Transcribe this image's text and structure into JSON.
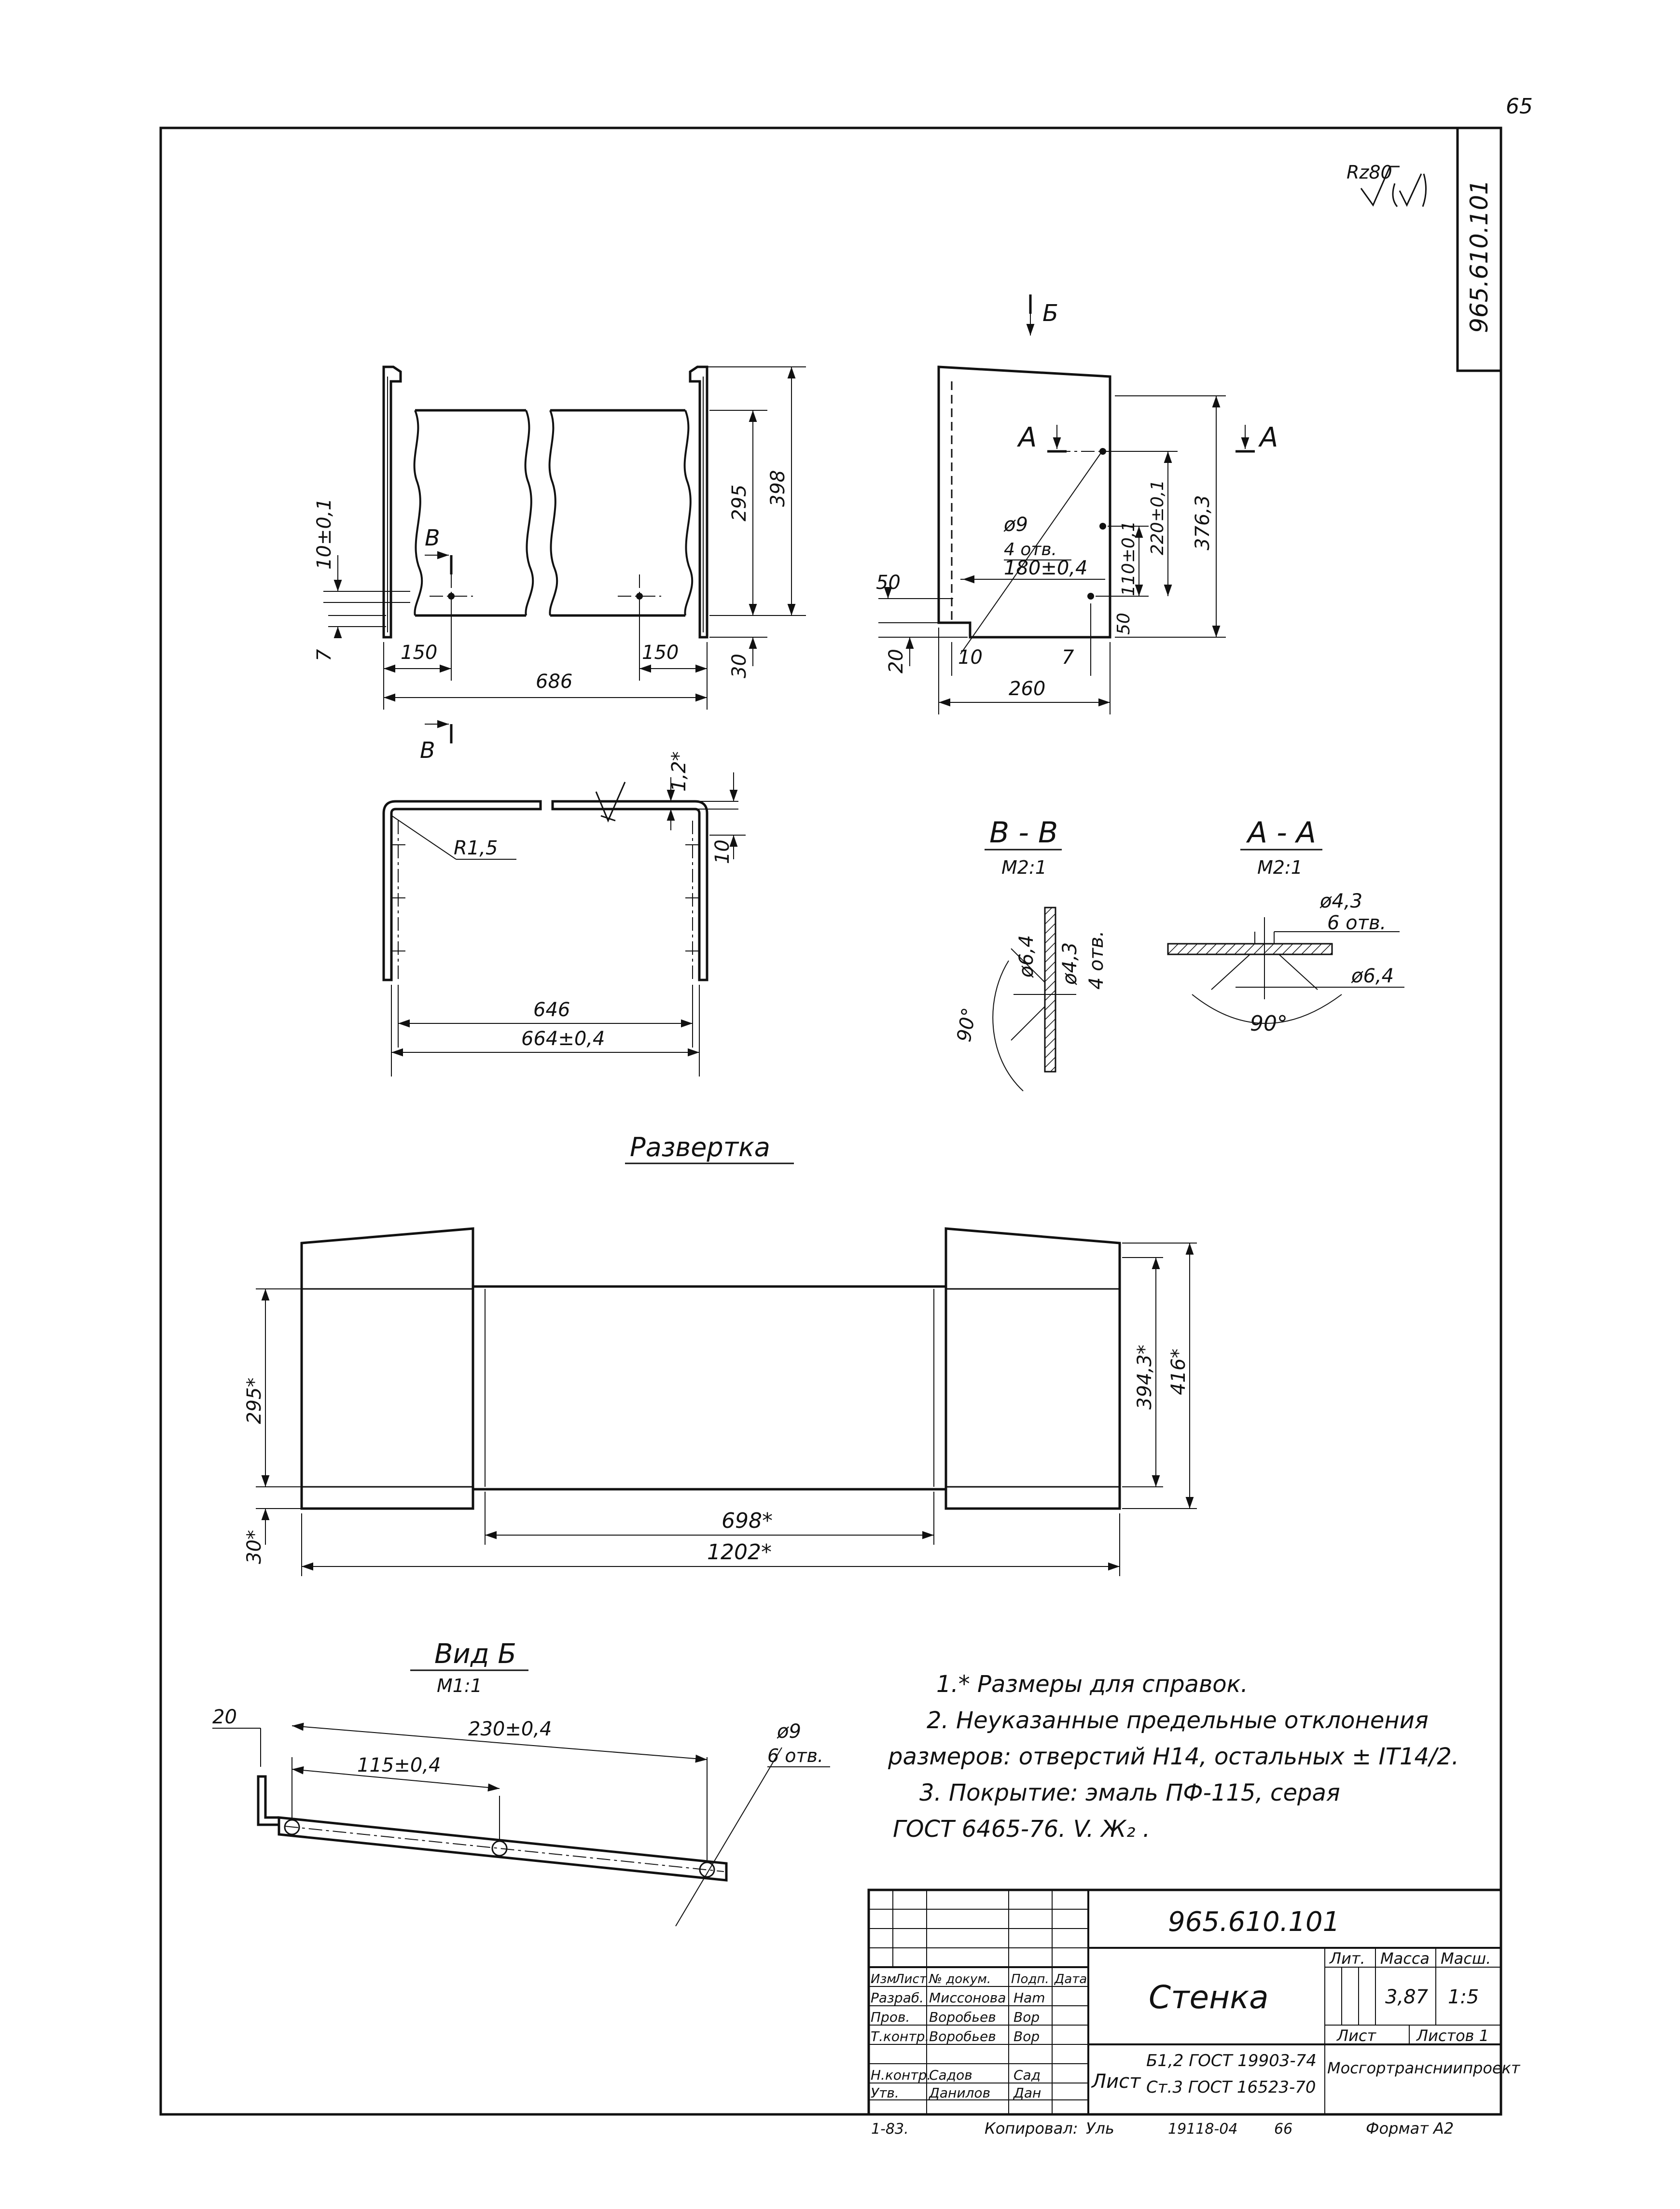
{
  "page_number": "65",
  "roughness": {
    "value": "Rz80"
  },
  "corner_stamp": "965.610.101",
  "views": {
    "front": {
      "dims": {
        "tol_10": "10±0,1",
        "d7": "7",
        "d150_left": "150",
        "d150_right": "150",
        "d686": "686",
        "d295": "295",
        "d398": "398",
        "d30": "30"
      },
      "section_mark_top": "В",
      "section_mark_bottom": "В"
    },
    "side": {
      "view_arrow": "Б",
      "section_a_left": "А",
      "section_a_right": "А",
      "dims": {
        "hole": "ø9",
        "hole_count": "4 отв.",
        "d180": "180±0,4",
        "d50_left": "50",
        "d20": "20",
        "d10": "10",
        "d7": "7",
        "d50_right": "50",
        "d110": "110±0,1",
        "d220": "220±0,1",
        "d376": "376,3",
        "d260": "260"
      }
    },
    "top": {
      "dims": {
        "radius": "R1,5",
        "thickness": "1,2*",
        "d10": "10",
        "d646": "646",
        "d664": "664±0,4"
      }
    },
    "section_vv": {
      "title": "В - В",
      "scale": "М2:1",
      "d_cs": "ø6,4",
      "d_hole": "ø4,3",
      "count": "4 отв.",
      "angle": "90°"
    },
    "section_aa": {
      "title": "А - А",
      "scale": "М2:1",
      "d_hole": "ø4,3",
      "count": "6 отв.",
      "d_cs": "ø6,4",
      "angle": "90°"
    },
    "flat": {
      "title": "Развертка",
      "dims": {
        "d295": "295*",
        "d30": "30*",
        "d394": "394,3*",
        "d416": "416*",
        "d698": "698*",
        "d1202": "1202*"
      }
    },
    "view_b": {
      "title": "Вид Б",
      "scale": "М1:1",
      "dims": {
        "d20": "20",
        "d230": "230±0,4",
        "d115": "115±0,4",
        "hole": "ø9",
        "count": "6 отв."
      }
    }
  },
  "notes": [
    "1.* Размеры для справок.",
    "2. Неуказанные предельные отклонения",
    "размеров: отверстий Н14, остальных ± IT14/2.",
    "3. Покрытие: эмаль ПФ-115, серая",
    "ГОСТ 6465-76. V. Ж₂ ."
  ],
  "title_block": {
    "designation": "965.610.101",
    "part_name": "Стенка",
    "headers": {
      "izm": "Изм",
      "list": "Лист",
      "doc": "№ докум.",
      "sign": "Подп.",
      "date": "Дата",
      "lit": "Лит.",
      "mass": "Масса",
      "scale": "Масш."
    },
    "mass": "3,87",
    "scale": "1:5",
    "sheet_label": "Лист",
    "sheets_label": "Листов 1",
    "material_prefix": "Лист",
    "material_line1": "Б1,2 ГОСТ 19903-74",
    "material_line2": "Ст.3 ГОСТ 16523-70",
    "organization": "Мосгортрансниипроект",
    "rows": [
      {
        "role": "Разраб.",
        "name": "Миссонова",
        "sign": "Ham"
      },
      {
        "role": "Пров.",
        "name": "Воробьев",
        "sign": "Вор"
      },
      {
        "role": "Т.контр.",
        "name": "Воробьев",
        "sign": "Вор"
      },
      {
        "role": "",
        "name": "",
        "sign": ""
      },
      {
        "role": "Н.контр.",
        "name": "Садов",
        "sign": "Сад"
      },
      {
        "role": "Утв.",
        "name": "Данилов",
        "sign": "Дан"
      }
    ],
    "bottom_left": "1-83.",
    "copied_label": "Копировал:",
    "copied_sign": "Уль",
    "bottom_number": "19118-04",
    "bottom_sheet": "66",
    "format": "Формат А2"
  }
}
